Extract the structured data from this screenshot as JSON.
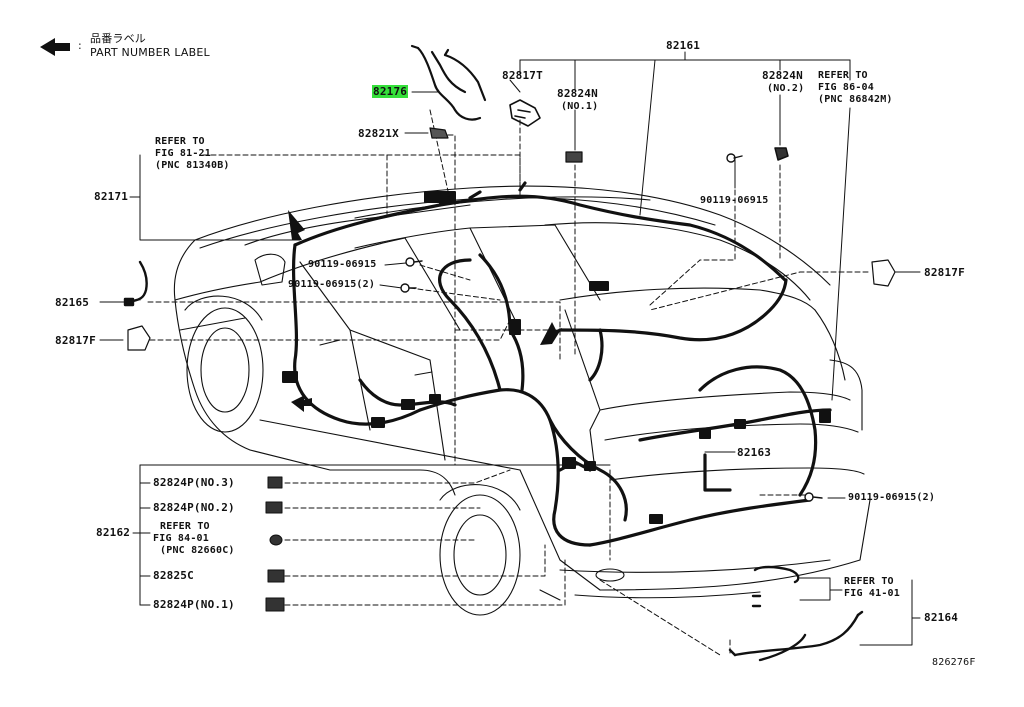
{
  "legend": {
    "japanese": "品番ラベル",
    "english": "PART NUMBER LABEL",
    "colon": ":"
  },
  "labels": {
    "p82176": "82176",
    "p82817t": "82817T",
    "p82824n_no1": "82824N",
    "no1": "(NO.1)",
    "p82161": "82161",
    "p82824n_no2": "82824N",
    "no2": "(NO.2)",
    "refer_8604_line1": "REFER TO",
    "refer_8604_line2": "FIG 86-04",
    "refer_8604_line3": "(PNC 86842M)",
    "p82821x": "82821X",
    "refer_8121_line1": "REFER TO",
    "refer_8121_line2": "FIG 81-21",
    "refer_8121_line3": "(PNC 81340B)",
    "p82171": "82171",
    "bolt_upper_right": "90119-06915",
    "bolt_mid_1": "90119-06915",
    "bolt_mid_2": "90119-06915(2)",
    "p82165": "82165",
    "p82817f_left": "82817F",
    "p82817f_right": "82817F",
    "p82163": "82163",
    "bolt_rear": "90119-06915(2)",
    "p82162": "82162",
    "p82824p_no3": "82824P(NO.3)",
    "p82824p_no2": "82824P(NO.2)",
    "refer_8401_line1": "REFER TO",
    "refer_8401_line2": "FIG 84-01",
    "refer_8401_line3": "(PNC 82660C)",
    "p82825c": "82825C",
    "p82824p_no1": "82824P(NO.1)",
    "refer_4101_line1": "REFER TO",
    "refer_4101_line2": "FIG 41-01",
    "p82164": "82164",
    "figure_code": "826276F"
  },
  "colors": {
    "highlight": "#35e03a",
    "ink": "#111111"
  },
  "icons": [
    "arrow-left-icon",
    "wire-harness-icon",
    "grommet-icon",
    "clip-icon",
    "bolt-icon",
    "vehicle-outline-icon"
  ]
}
